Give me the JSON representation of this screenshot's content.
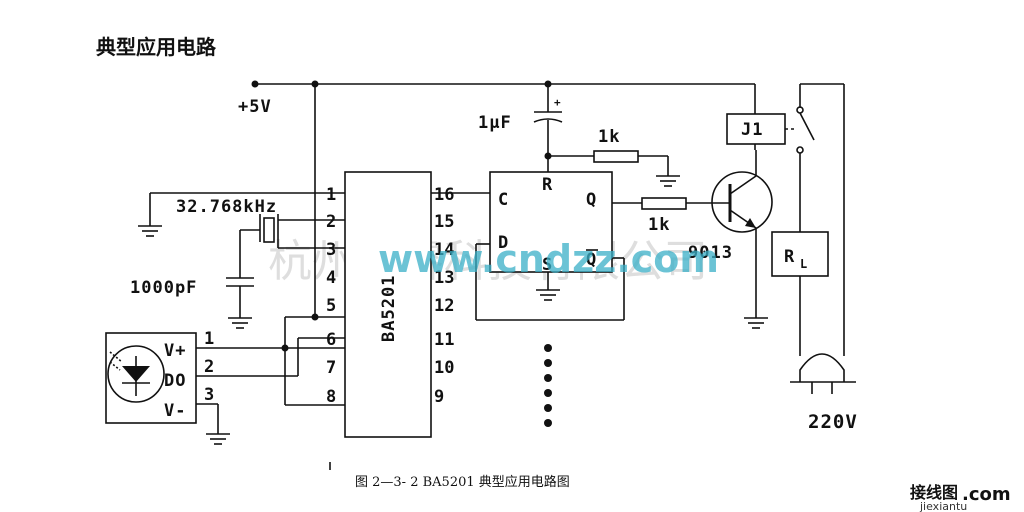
{
  "title": "典型应用电路",
  "caption": "图 2—3- 2   BA5201 典型应用电路图",
  "labels": {
    "vcc": "+5V",
    "crystal_freq": "32.768kHz",
    "cap_1000pf": "1000pF",
    "cap_1uf": "1μF",
    "res_top": "1k",
    "res_base": "1k",
    "transistor": "9013",
    "relay": "J1",
    "load_r": "R",
    "load_sub": "L",
    "mains": "220V",
    "ic_name": "BA5201",
    "ff_c": "C",
    "ff_d": "D",
    "ff_r": "R",
    "ff_q": "Q",
    "ff_s": "S",
    "ff_qbar": "Q",
    "sensor_vplus": "V+",
    "sensor_do": "DO",
    "sensor_vminus": "V-",
    "cap_plus": "+"
  },
  "ic_pins_left": [
    "1",
    "2",
    "3",
    "4",
    "5",
    "6",
    "7",
    "8"
  ],
  "ic_pins_right": [
    "16",
    "15",
    "14",
    "13",
    "12",
    "11",
    "10",
    "9"
  ],
  "sensor_pins": [
    "1",
    "2",
    "3"
  ],
  "watermark": {
    "cn": "杭州将睿科技有限公司",
    "url": "www.cndzz.com"
  },
  "logo": {
    "main": "接线图",
    "dotcom": ".com",
    "sub": "jiexiantu"
  }
}
